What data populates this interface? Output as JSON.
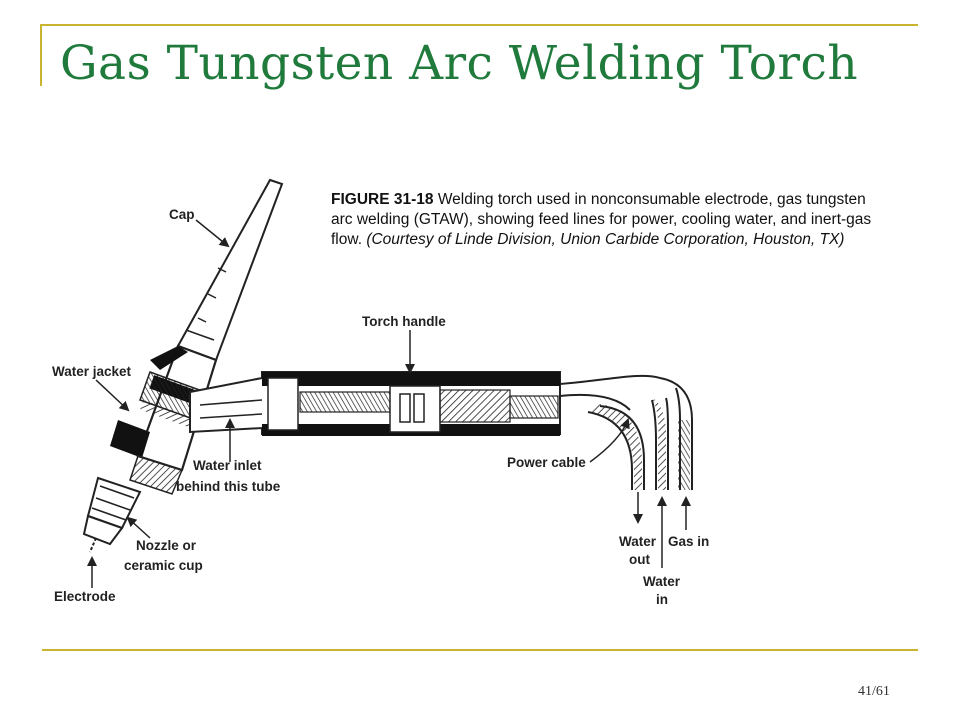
{
  "slide": {
    "title": "Gas Tungsten Arc Welding Torch",
    "page_number": "41/61",
    "accent_color": "#c8b431",
    "title_color": "#1f7a3c"
  },
  "caption": {
    "figure_label": "FIGURE 31-18",
    "text": " Welding torch used in nonconsumable electrode, gas tungsten arc welding (GTAW), showing feed lines for power, cooling water, and inert-gas flow. ",
    "credit": "(Courtesy of Linde Division, Union Carbide Corporation, Houston, TX)"
  },
  "labels": {
    "cap": "Cap",
    "torch_handle": "Torch handle",
    "water_jacket": "Water jacket",
    "water_inlet_line1": "Water inlet",
    "water_inlet_line2": "behind this tube",
    "power_cable": "Power cable",
    "nozzle_line1": "Nozzle or",
    "nozzle_line2": "ceramic cup",
    "electrode": "Electrode",
    "water_out_line1": "Water",
    "water_out_line2": "out",
    "gas_in": "Gas in",
    "water_in_line1": "Water",
    "water_in_line2": "in"
  }
}
